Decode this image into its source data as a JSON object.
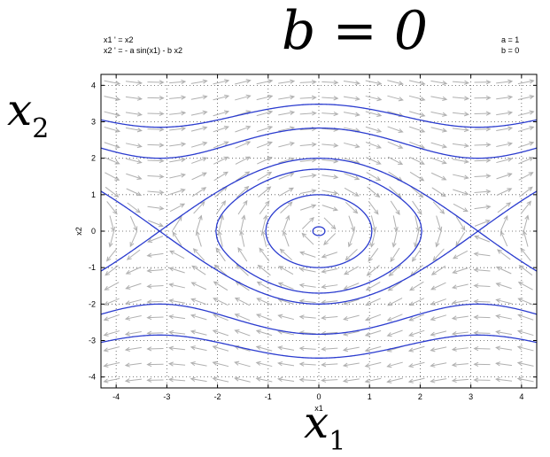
{
  "chart_data": {
    "type": "line",
    "title": "b = 0",
    "equations": [
      "x1 ' = x2",
      "x2 ' = - a sin(x1) - b x2"
    ],
    "params": [
      "a = 1",
      "b = 0"
    ],
    "xlabel": "x1",
    "ylabel": "x2",
    "xlabel_big": "x",
    "xlabel_big_sub": "1",
    "ylabel_big": "x",
    "ylabel_big_sub": "2",
    "xlim": [
      -4.3,
      4.3
    ],
    "ylim": [
      -4.3,
      4.3
    ],
    "xticks": [
      -4,
      -3,
      -2,
      -1,
      0,
      1,
      2,
      3,
      4
    ],
    "yticks": [
      -4,
      -3,
      -2,
      -1,
      0,
      1,
      2,
      3,
      4
    ],
    "grid": true,
    "a": 1,
    "b": 0,
    "trajectory_color": "#2b3ccf",
    "arrow_color": "#b0b0b0",
    "trajectories": {
      "closed_orbit_amplitudes_x2": [
        0.12,
        1.0,
        1.7
      ],
      "running_orbit_min_abs_x2": [
        2.0,
        2.85
      ],
      "separatrix": true,
      "outer_lobe_start_x1": 4.3
    },
    "series": [
      {
        "values": []
      }
    ]
  }
}
